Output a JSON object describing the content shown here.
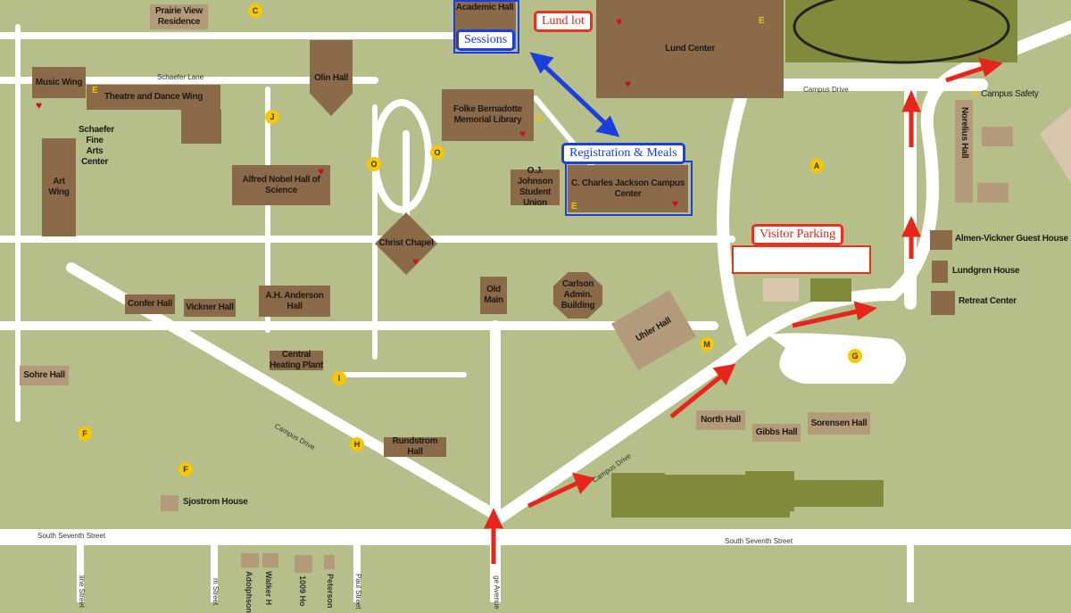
{
  "map": {
    "buildings": [
      {
        "name": "Prairie View Residence"
      },
      {
        "name": "Academic Hall"
      },
      {
        "name": "Lund Center"
      },
      {
        "name": "Music Wing"
      },
      {
        "name": "Theatre and Dance Wing"
      },
      {
        "name": "Schaefer Fine Arts Center"
      },
      {
        "name": "Art Wing"
      },
      {
        "name": "Olin Hall"
      },
      {
        "name": "Folke Bernadotte Memorial Library"
      },
      {
        "name": "Alfred Nobel Hall of Science"
      },
      {
        "name": "O.J. Johnson Student Union"
      },
      {
        "name": "C. Charles Jackson Campus Center"
      },
      {
        "name": "Christ Chapel"
      },
      {
        "name": "Old Main"
      },
      {
        "name": "Carlson Admin. Building"
      },
      {
        "name": "Confer Hall"
      },
      {
        "name": "Vickner Hall"
      },
      {
        "name": "A.H. Anderson Hall"
      },
      {
        "name": "Central Heating Plant"
      },
      {
        "name": "Sohre Hall"
      },
      {
        "name": "Rundstrom Hall"
      },
      {
        "name": "Sjostrom House"
      },
      {
        "name": "Uhler Hall"
      },
      {
        "name": "North Hall"
      },
      {
        "name": "Gibbs Hall"
      },
      {
        "name": "Sorensen Hall"
      },
      {
        "name": "Norelius Hall"
      },
      {
        "name": "Almen-Vickner Guest House"
      },
      {
        "name": "Lundgren House"
      },
      {
        "name": "Retreat Center"
      },
      {
        "name": "Campus Safety"
      },
      {
        "name": "Adolphson"
      },
      {
        "name": "Walker H"
      },
      {
        "name": "1009 Ho"
      },
      {
        "name": "Peterson"
      }
    ],
    "streets": [
      "Schaefer Lane",
      "Campus Drive",
      "Campus Drive",
      "Campus Drive",
      "South Seventh Street",
      "South Seventh Street",
      "line Street",
      "m Street",
      "Paul Street",
      "ge Avenue"
    ],
    "parking": [
      "C",
      "J",
      "O",
      "O",
      "A",
      "M",
      "G",
      "I",
      "H",
      "F",
      "F"
    ],
    "callouts": {
      "lund_lot": "Lund lot",
      "sessions": "Sessions",
      "registration": "Registration & Meals",
      "visitor_parking": "Visitor Parking"
    },
    "colors": {
      "ground": "#b6bf8a",
      "building": "#8a6a48",
      "callout_red": "#e8321e",
      "callout_blue": "#1a3fe0",
      "parking_marker": "#f5c800"
    }
  }
}
